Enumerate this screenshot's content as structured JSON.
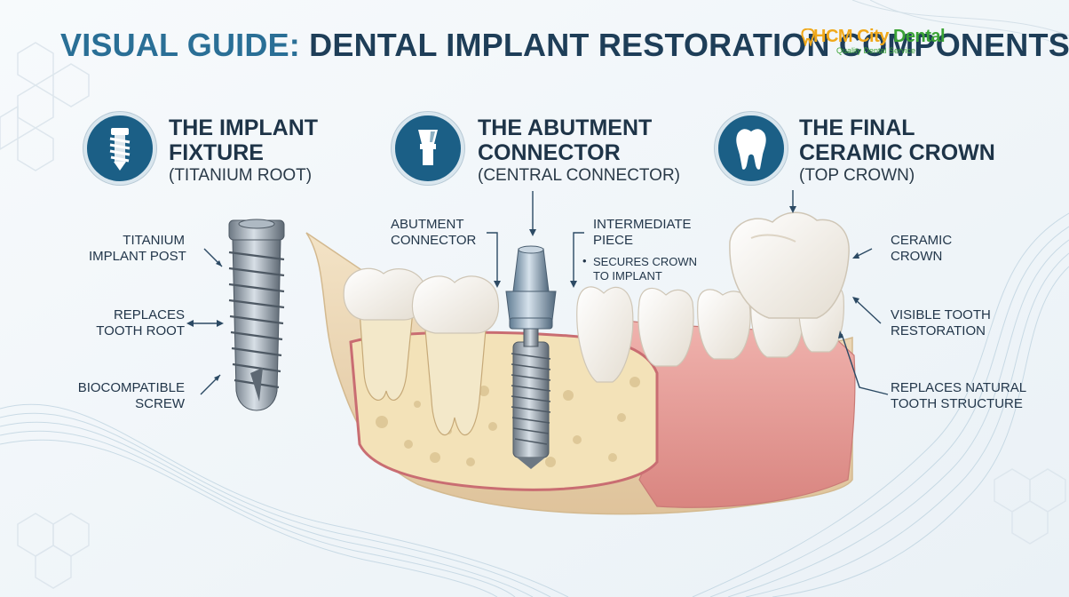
{
  "title": {
    "part1": "VISUAL GUIDE:",
    "part2": " DENTAL IMPLANT RESTORATION COMPONENTS"
  },
  "logo": {
    "name_orange": "HCM City",
    "name_green": " Dental",
    "tagline": "Quality Dental Service"
  },
  "sections": [
    {
      "title_line1": "THE IMPLANT",
      "title_line2": "FIXTURE",
      "subtitle": "(TITANIUM ROOT)",
      "icon": "screw-icon",
      "labels": [
        "TITANIUM",
        "IMPLANT POST",
        "REPLACES",
        "TOOTH ROOT",
        "BIOCOMPATIBLE",
        "SCREW"
      ]
    },
    {
      "title_line1": "THE ABUTMENT",
      "title_line2": "CONNECTOR",
      "subtitle": "(CENTRAL CONNECTOR)",
      "icon": "abutment-icon",
      "labels": [
        "ABUTMENT",
        "CONNECTOR",
        "INTERMEDIATE",
        "PIECE",
        "SECURES CROWN",
        "TO IMPLANT"
      ]
    },
    {
      "title_line1": "THE FINAL",
      "title_line2": "CERAMIC CROWN",
      "subtitle": "(TOP CROWN)",
      "icon": "tooth-icon",
      "labels": [
        "CERAMIC",
        "CROWN",
        "VISIBLE TOOTH",
        "RESTORATION",
        "REPLACES NATURAL",
        "TOOTH STRUCTURE"
      ]
    }
  ],
  "bullet_char": "•",
  "colors": {
    "title": "#1e3e58",
    "badge": "#1b5f86",
    "gum": "#e8a3a0",
    "bone": "#e9d9b4",
    "enamel": "#f7f4ee",
    "metal": "#9aa7b3"
  }
}
